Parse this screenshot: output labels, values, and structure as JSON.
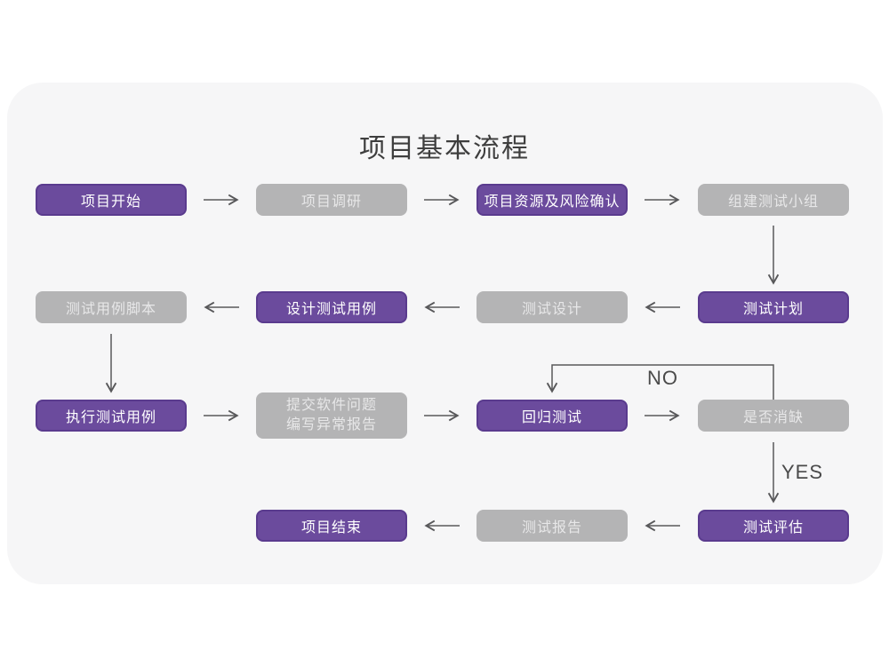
{
  "title": "项目基本流程",
  "colors": {
    "panel_bg": "#F6F6F7",
    "node_purple": "#6B4B9D",
    "node_purple_border": "#5A3B8E",
    "node_gray": "#B4B4B5",
    "node_text_light": "#FFFFFF",
    "arrow": "#58585A",
    "edge_label_text": "#4A4A4A"
  },
  "nodes": [
    {
      "label": "项目开始",
      "style": "purple"
    },
    {
      "label": "项目调研",
      "style": "gray"
    },
    {
      "label": "项目资源及风险确认",
      "style": "purple"
    },
    {
      "label": "组建测试小组",
      "style": "gray"
    },
    {
      "label": "测试计划",
      "style": "purple"
    },
    {
      "label": "测试设计",
      "style": "gray"
    },
    {
      "label": "设计测试用例",
      "style": "purple"
    },
    {
      "label": "测试用例脚本",
      "style": "gray"
    },
    {
      "label": "执行测试用例",
      "style": "purple"
    },
    {
      "label": "提交软件问题",
      "label2": "编写异常报告",
      "style": "gray"
    },
    {
      "label": "回归测试",
      "style": "purple"
    },
    {
      "label": "是否消缺",
      "style": "gray"
    },
    {
      "label": "测试评估",
      "style": "purple"
    },
    {
      "label": "测试报告",
      "style": "gray"
    },
    {
      "label": "项目结束",
      "style": "purple"
    }
  ],
  "edge_labels": {
    "no": "NO",
    "yes": "YES"
  },
  "edges": [
    {
      "from": "项目开始",
      "to": "项目调研"
    },
    {
      "from": "项目调研",
      "to": "项目资源及风险确认"
    },
    {
      "from": "项目资源及风险确认",
      "to": "组建测试小组"
    },
    {
      "from": "组建测试小组",
      "to": "测试计划"
    },
    {
      "from": "测试计划",
      "to": "测试设计"
    },
    {
      "from": "测试设计",
      "to": "设计测试用例"
    },
    {
      "from": "设计测试用例",
      "to": "测试用例脚本"
    },
    {
      "from": "测试用例脚本",
      "to": "执行测试用例"
    },
    {
      "from": "执行测试用例",
      "to": "提交软件问题 编写异常报告"
    },
    {
      "from": "提交软件问题 编写异常报告",
      "to": "回归测试"
    },
    {
      "from": "回归测试",
      "to": "是否消缺"
    },
    {
      "from": "是否消缺",
      "to": "回归测试",
      "label": "NO"
    },
    {
      "from": "是否消缺",
      "to": "测试评估",
      "label": "YES"
    },
    {
      "from": "测试评估",
      "to": "测试报告"
    },
    {
      "from": "测试报告",
      "to": "项目结束"
    }
  ]
}
